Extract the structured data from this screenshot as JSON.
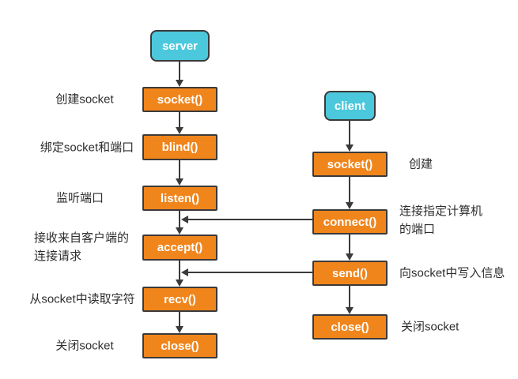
{
  "server_flow": {
    "header": "server",
    "steps": [
      {
        "func": "socket()",
        "label": "创建socket"
      },
      {
        "func": "blind()",
        "label": "绑定socket和端口"
      },
      {
        "func": "listen()",
        "label": "监听端口"
      },
      {
        "func": "accept()",
        "label": "接收来自客户端的\n连接请求"
      },
      {
        "func": "recv()",
        "label": "从socket中读取字符"
      },
      {
        "func": "close()",
        "label": "关闭socket"
      }
    ]
  },
  "client_flow": {
    "header": "client",
    "steps": [
      {
        "func": "socket()",
        "label": "创建"
      },
      {
        "func": "connect()",
        "label": "连接指定计算机\n的端口"
      },
      {
        "func": "send()",
        "label": "向socket中写入信息"
      },
      {
        "func": "close()",
        "label": "关闭socket"
      }
    ]
  },
  "colors": {
    "header_fill": "#4bc8dc",
    "step_fill": "#f0851c",
    "outline": "#3a3a3a",
    "box_text": "#ffffff",
    "annotation_text": "#2e2e2e"
  }
}
